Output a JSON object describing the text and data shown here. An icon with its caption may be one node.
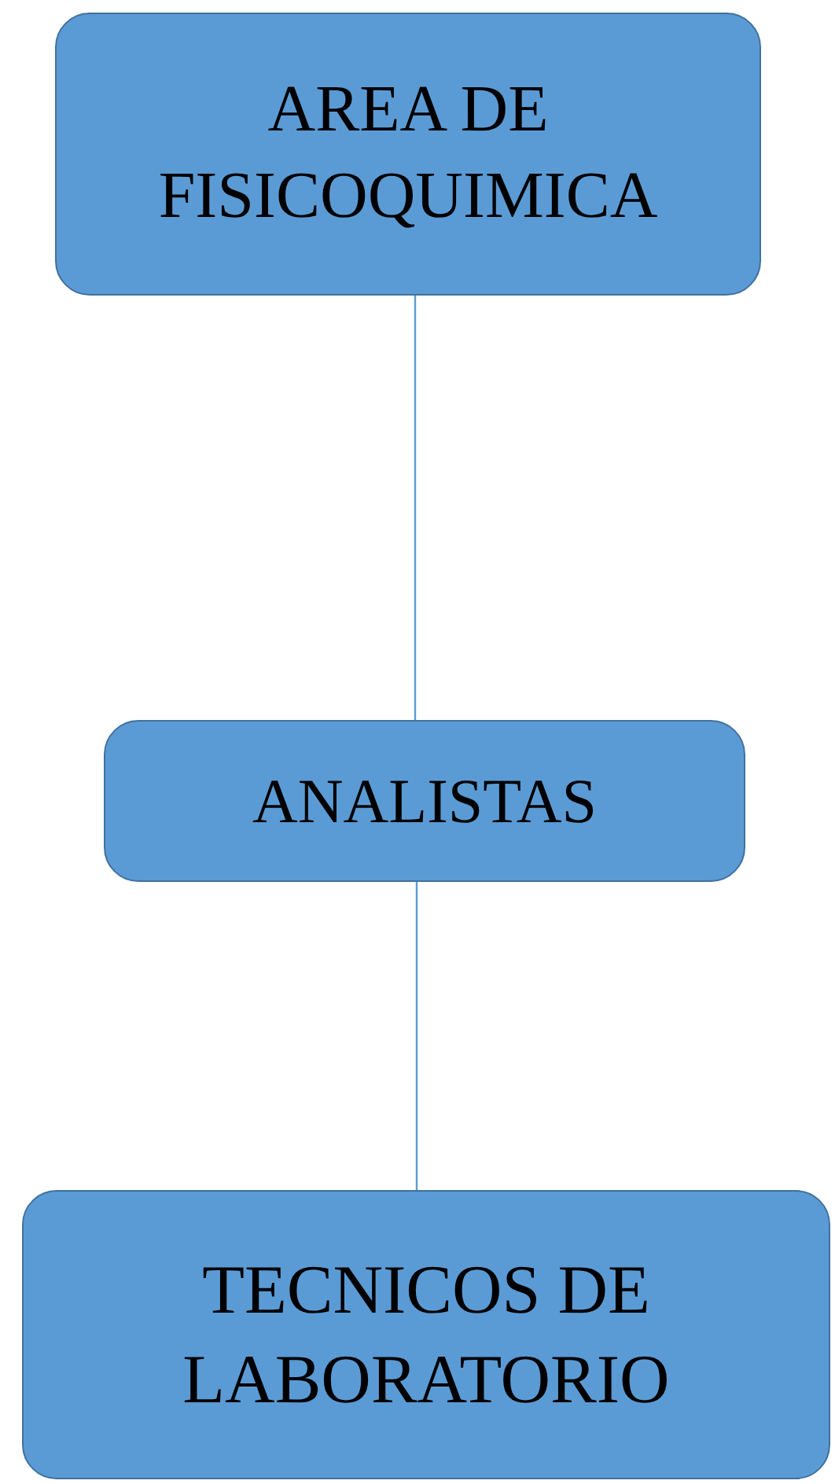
{
  "diagram": {
    "nodes": [
      {
        "text": [
          "AREA DE FISICOQUIMICA"
        ]
      },
      {
        "text": [
          "ANALISTAS"
        ]
      },
      {
        "text": [
          "TECNICOS DE LABORATORIO"
        ]
      }
    ],
    "edges": [
      {
        "from": 0,
        "to": 1,
        "arrow": "none"
      },
      {
        "from": 1,
        "to": 2,
        "arrow": "none"
      }
    ]
  }
}
